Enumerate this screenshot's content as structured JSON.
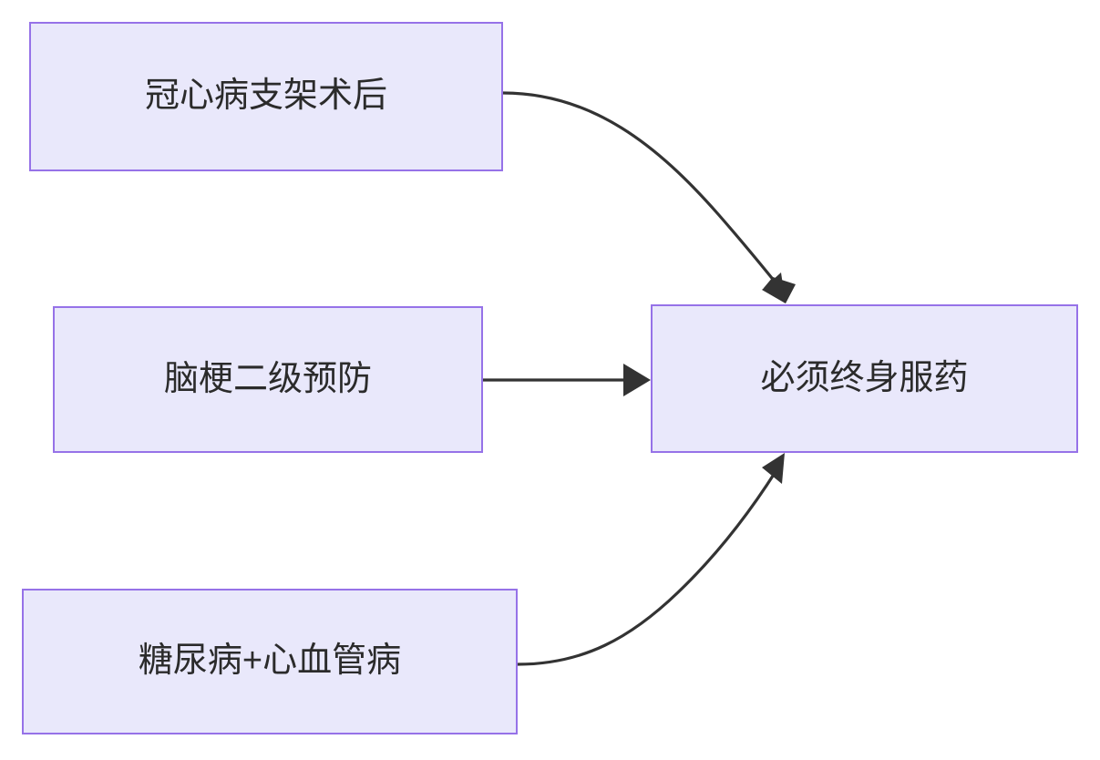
{
  "diagram": {
    "type": "flowchart",
    "direction": "left-to-right",
    "background_color": "#ffffff",
    "node_fill_color": "#e9e8fb",
    "node_border_color": "#9672e8",
    "edge_color": "#333333",
    "text_color": "#2b2b2b",
    "nodes": [
      {
        "id": "chd",
        "label": "冠心病支架术后"
      },
      {
        "id": "stroke",
        "label": "脑梗二级预防"
      },
      {
        "id": "diabetes",
        "label": "糖尿病+心血管病"
      },
      {
        "id": "lifelong",
        "label": "必须终身服药"
      }
    ],
    "edges": [
      {
        "id": "e1",
        "from": "chd",
        "to": "lifelong",
        "label": "",
        "style": "curved-arrow"
      },
      {
        "id": "e2",
        "from": "stroke",
        "to": "lifelong",
        "label": "",
        "style": "straight-arrow"
      },
      {
        "id": "e3",
        "from": "diabetes",
        "to": "lifelong",
        "label": "",
        "style": "curved-arrow"
      }
    ]
  }
}
